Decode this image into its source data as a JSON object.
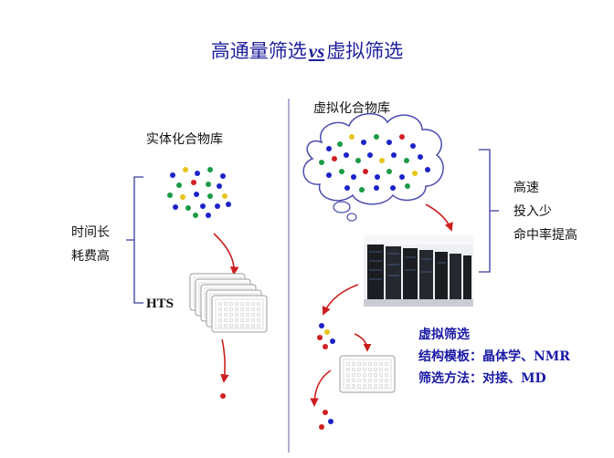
{
  "title": {
    "part1": "高通量筛选",
    "vs": "vs",
    "part2": "虚拟筛选"
  },
  "left": {
    "library_label": "实体化合物库",
    "cons_line1": "时间长",
    "cons_line2": "耗费高",
    "hts_label": "HTS"
  },
  "right": {
    "library_label": "虚拟化合物库",
    "pros_line1": "高速",
    "pros_line2": "投入少",
    "pros_line3": "命中率提高",
    "vs_heading": "虚拟筛选",
    "vs_template": "结构模板：晶体学、NMR",
    "vs_method": "筛选方法：对接、MD"
  },
  "colors": {
    "title_blue": "#1f1f9c",
    "text_blue": "#1a1aa6",
    "arrow_red": "#cc1f1f",
    "bracket_blue": "#3a3aa0",
    "divider": "#7a7ab8",
    "dot_blue": "#1c22c8",
    "dot_green": "#1a9a45",
    "dot_yellow": "#e8c31a",
    "dot_red": "#d02020"
  },
  "icons": [
    "cloud-icon",
    "supercomputer-icon",
    "microplate-icon",
    "arrow-icon",
    "bracket-icon"
  ]
}
